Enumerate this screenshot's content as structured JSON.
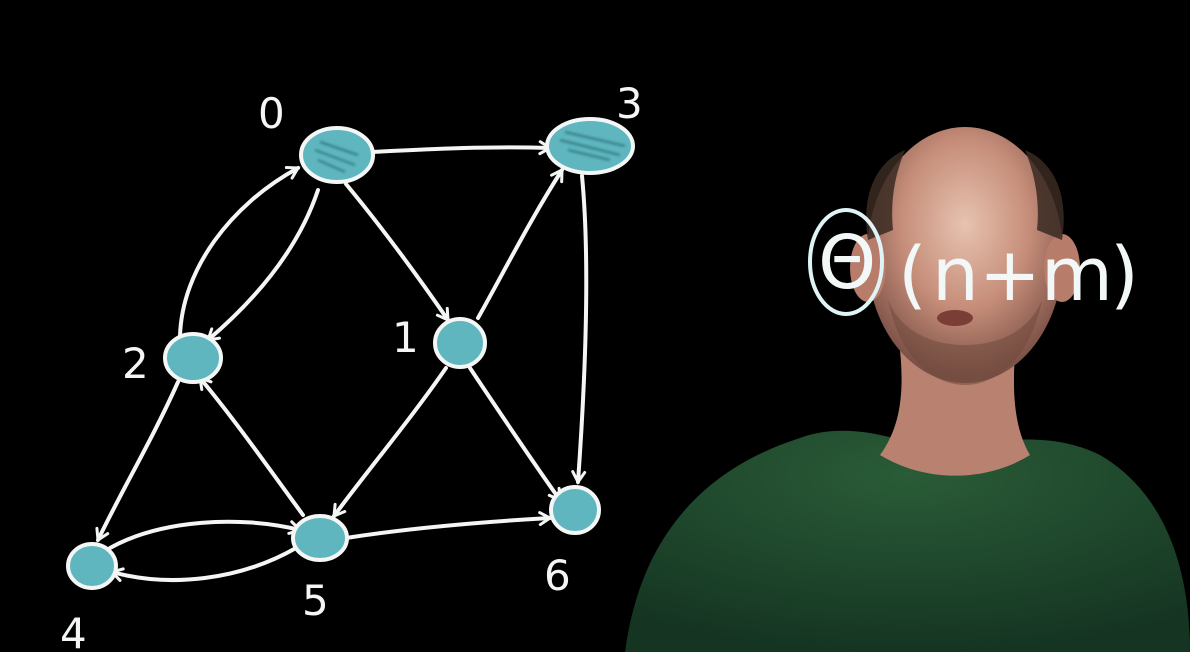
{
  "graph": {
    "nodes": [
      {
        "id": "0",
        "label": "0"
      },
      {
        "id": "3",
        "label": "3"
      },
      {
        "id": "2",
        "label": "2"
      },
      {
        "id": "1",
        "label": "1"
      },
      {
        "id": "4",
        "label": "4"
      },
      {
        "id": "5",
        "label": "5"
      },
      {
        "id": "6",
        "label": "6"
      }
    ],
    "edges": [
      [
        "0",
        "3"
      ],
      [
        "0",
        "1"
      ],
      [
        "0",
        "2"
      ],
      [
        "2",
        "0"
      ],
      [
        "1",
        "3"
      ],
      [
        "3",
        "6"
      ],
      [
        "1",
        "6"
      ],
      [
        "1",
        "5"
      ],
      [
        "2",
        "4"
      ],
      [
        "5",
        "2"
      ],
      [
        "5",
        "4"
      ],
      [
        "4",
        "5"
      ],
      [
        "5",
        "6"
      ]
    ]
  },
  "formula": {
    "symbol": "Θ",
    "open_paren": "(",
    "expression": "n+m",
    "close_paren": ")"
  },
  "colors": {
    "background": "#000000",
    "chalk": "#f4f6f6",
    "node_fill": "#5fb6bf",
    "formula_stroke": "#bfeff2",
    "shirt": "#1f4a2c",
    "skin": "#c99884"
  }
}
